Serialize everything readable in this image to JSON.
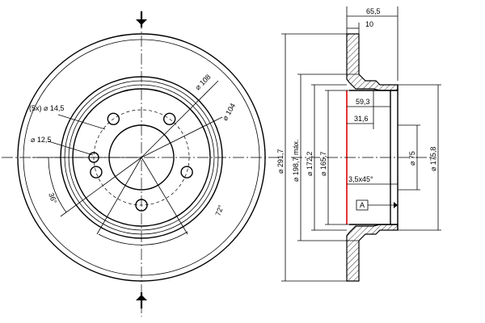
{
  "front_view": {
    "label_bolt_holes": "(5x) ⌀ 14,5",
    "label_small_hole": "⌀ 12,5",
    "label_angle_36": "36°",
    "label_angle_72": "72°",
    "label_pcd_108": "⌀ 108",
    "label_pcd_104": "⌀ 104"
  },
  "section_view": {
    "label_thickness": "65,5",
    "label_flange": "10",
    "label_depth_59": "59,3",
    "label_depth_31": "31,6",
    "label_chamfer": "3,5x45°",
    "label_datum": "A",
    "label_d291": "⌀ 291,7",
    "label_d198": "⌀ 198,7 máx.",
    "label_d172": "⌀ 172,2",
    "label_d165": "⌀ 165,7",
    "label_d75": "⌀ 75",
    "label_d175": "⌀ 175,8"
  }
}
